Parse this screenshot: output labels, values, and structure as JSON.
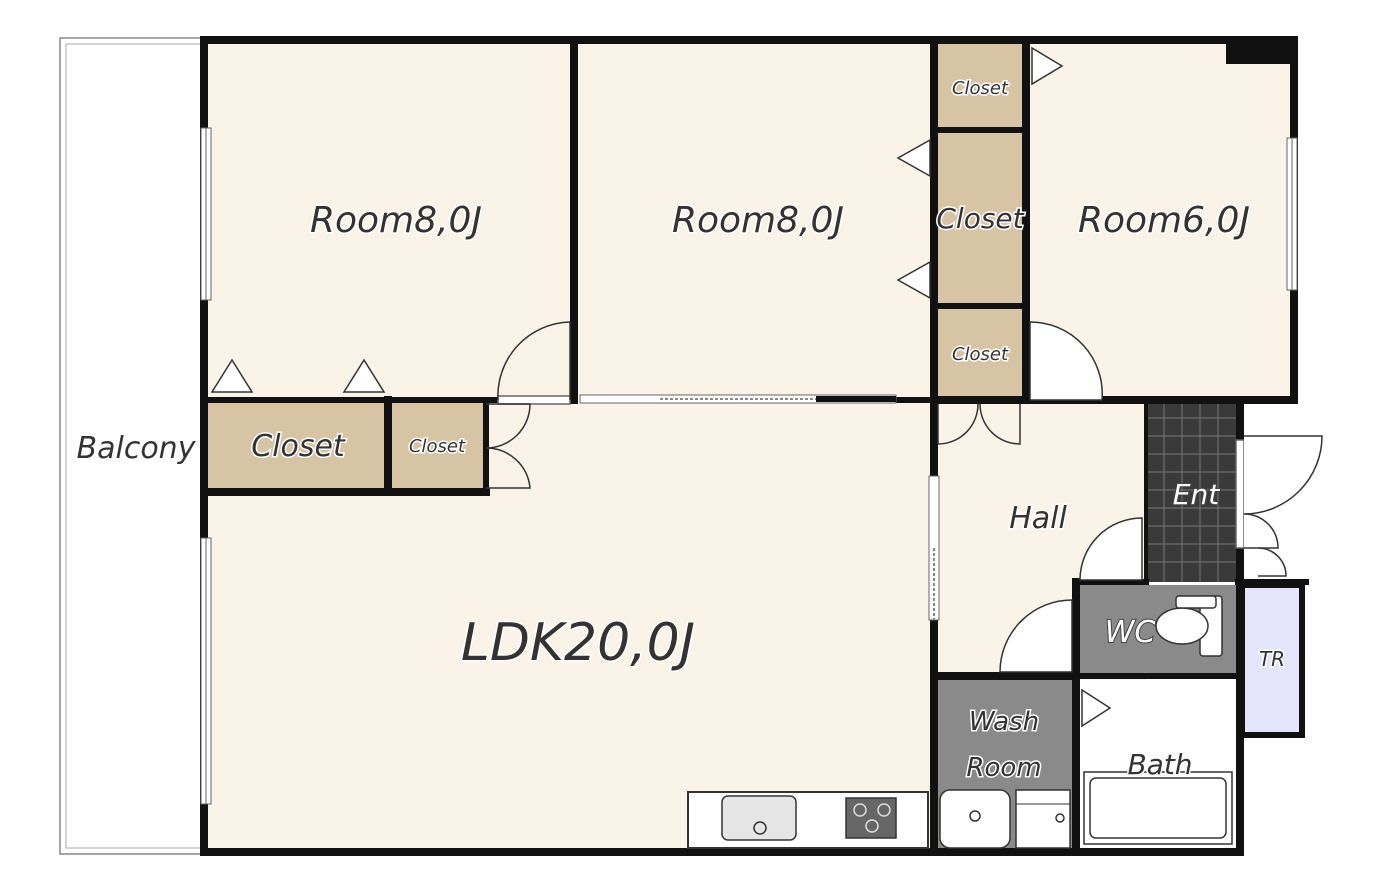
{
  "rooms": {
    "room1": "Room8,0J",
    "room2": "Room8,0J",
    "room3": "Room6,0J",
    "ldk": "LDK20,0J",
    "balcony": "Balcony",
    "hall": "Hall",
    "entrance": "Ent",
    "wc": "WC",
    "tr": "TR",
    "wash_line1": "Wash",
    "wash_line2": "Room",
    "bath": "Bath"
  },
  "closets": {
    "top_small": "Closet",
    "middle_tall": "Closet",
    "lower_small": "Closet",
    "left_wide": "Closet",
    "left_small": "Closet"
  },
  "colors": {
    "floor": "#faf4e8",
    "closet": "#d6c4a5",
    "wall": "#111111",
    "wet_area": "#8a8a8a",
    "tile": "#3a3a3a",
    "tr": "#e4e4fa"
  }
}
